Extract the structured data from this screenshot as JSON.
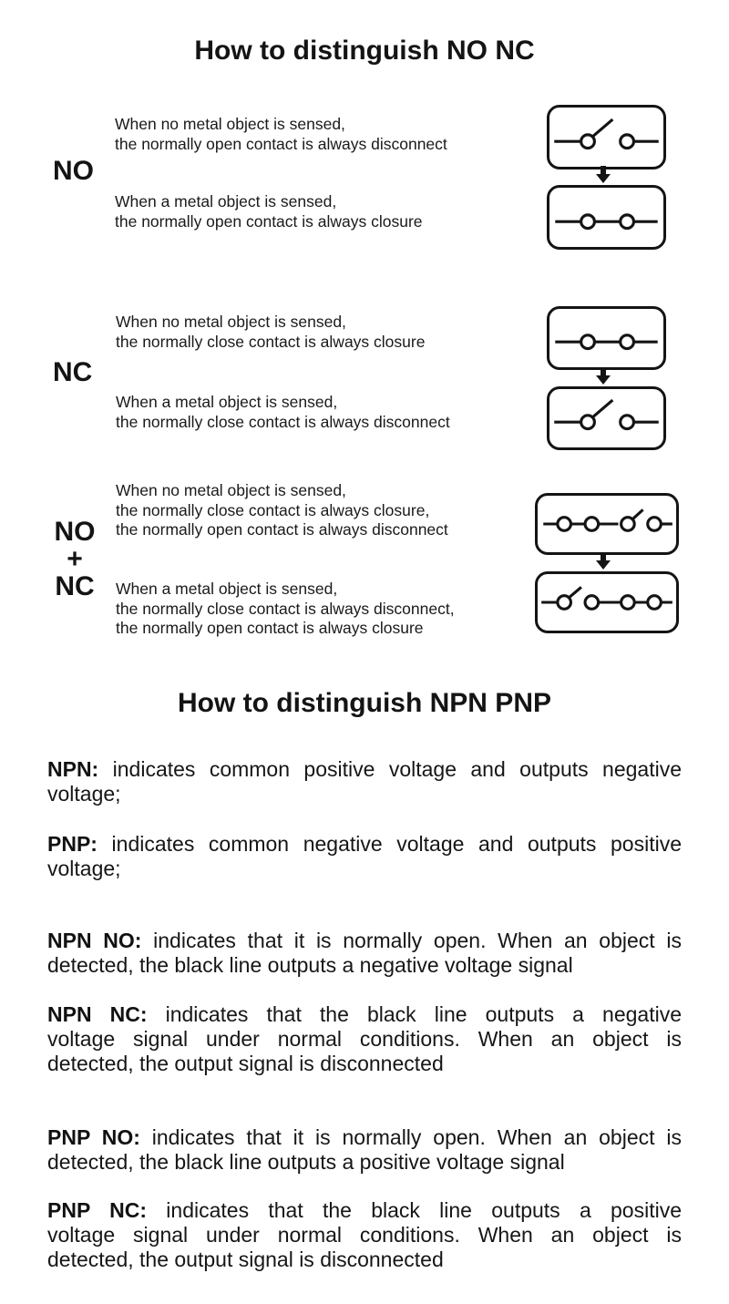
{
  "colors": {
    "ink": "#141414",
    "background": "#ffffff"
  },
  "no_nc": {
    "title": "How to distinguish NO NC",
    "arrow_icon": "down-arrow-icon",
    "groups": [
      {
        "label_lines": [
          "NO"
        ],
        "when_none": [
          "When no metal object is sensed,",
          "the normally open contact is always disconnect"
        ],
        "when_sensed": [
          "When a metal object is sensed,",
          "the normally open contact is always closure"
        ],
        "diagram_top_icon": "switch-open-icon",
        "diagram_bottom_icon": "switch-closed-icon"
      },
      {
        "label_lines": [
          "NC"
        ],
        "when_none": [
          "When no metal object is sensed,",
          "the normally close contact is always closure"
        ],
        "when_sensed": [
          "When a metal object is sensed,",
          "the normally close contact is always disconnect"
        ],
        "diagram_top_icon": "switch-closed-icon",
        "diagram_bottom_icon": "switch-open-icon"
      },
      {
        "label_lines": [
          "NO",
          "+",
          "NC"
        ],
        "when_none": [
          "When no metal object is sensed,",
          "the normally close contact is always closure,",
          "the normally open contact is always disconnect"
        ],
        "when_sensed": [
          "When a metal object is sensed,",
          "the normally close contact is always disconnect,",
          "the normally open contact is always closure"
        ],
        "diagram_top_icon": "switch-nc-closed-no-open-icon",
        "diagram_bottom_icon": "switch-nc-open-no-closed-icon"
      }
    ]
  },
  "npn_pnp": {
    "title": "How to distinguish NPN PNP",
    "paragraphs": [
      {
        "lines": [
          {
            "label": "NPN:",
            "text": " indicates common positive voltage and outputs negative"
          },
          {
            "text": "voltage;"
          }
        ]
      },
      {
        "lines": [
          {
            "label": "PNP:",
            "text": " indicates common negative voltage and outputs positive"
          },
          {
            "text": "voltage;"
          }
        ]
      },
      {
        "lines": [
          {
            "label": "NPN NO:",
            "text": " indicates that it is normally open. When an object is"
          },
          {
            "text": "detected, the black line outputs a negative voltage signal"
          }
        ]
      },
      {
        "lines": [
          {
            "label": "NPN NC:",
            "text": " indicates that the black line outputs a negative"
          },
          {
            "text": "voltage signal under normal conditions. When an object is"
          },
          {
            "text": "detected, the output signal is disconnected"
          }
        ]
      },
      {
        "lines": [
          {
            "label": "PNP NO:",
            "text": " indicates that it is normally open. When an object is"
          },
          {
            "text": "detected, the black line outputs a positive voltage signal"
          }
        ]
      },
      {
        "lines": [
          {
            "label": "PNP NC:",
            "text": " indicates that the black line outputs a positive"
          },
          {
            "text": "voltage signal under normal conditions. When an object is"
          },
          {
            "text": "detected, the output signal is disconnected"
          }
        ]
      }
    ]
  }
}
